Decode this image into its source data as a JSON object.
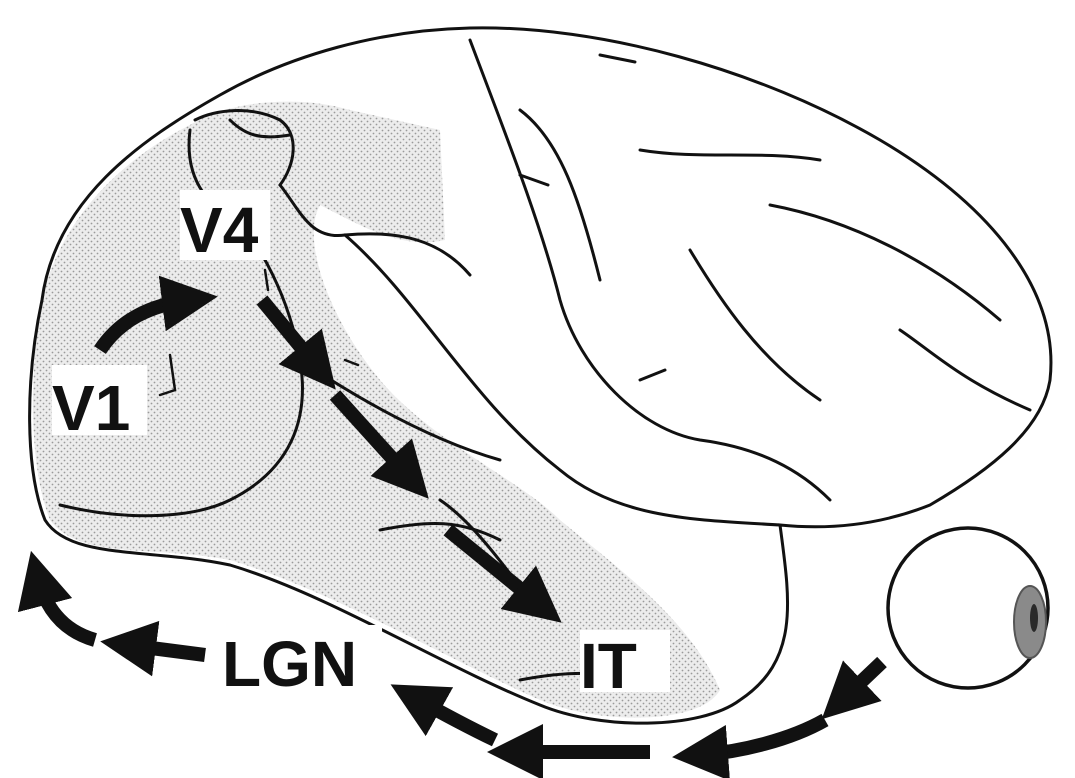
{
  "diagram": {
    "labels": {
      "v1": "V1",
      "v4": "V4",
      "it": "IT",
      "lgn": "LGN"
    },
    "colors": {
      "outline": "#111111",
      "shading": "#c8c8c8",
      "background": "#ffffff",
      "iris": "#8a8a8a",
      "pupil": "#2a2a2a"
    },
    "icons": {
      "eye": "eye-icon"
    }
  }
}
